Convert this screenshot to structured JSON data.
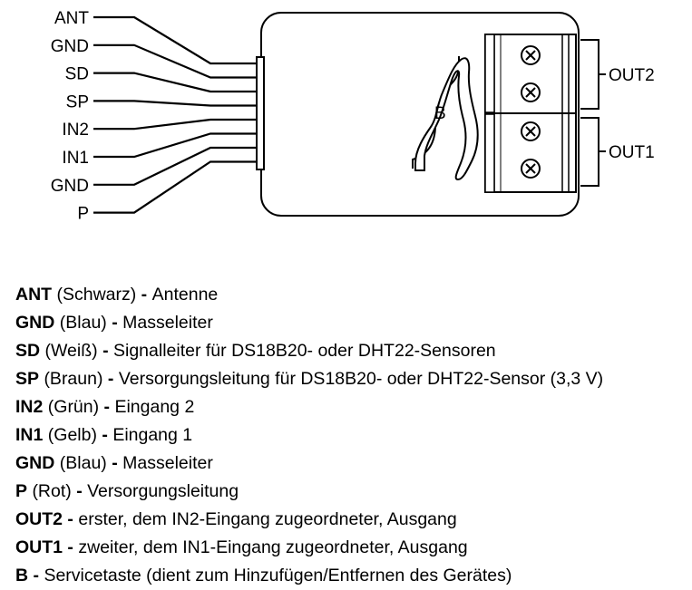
{
  "diagram": {
    "wires": [
      "ANT",
      "GND",
      "SD",
      "SP",
      "IN2",
      "IN1",
      "GND",
      "P"
    ],
    "button_label": "B",
    "outputs": [
      "OUT2",
      "OUT1"
    ]
  },
  "legend": [
    {
      "code": "ANT",
      "color": "(Schwarz)",
      "sep": " - ",
      "desc": "Antenne"
    },
    {
      "code": "GND",
      "color": "(Blau)",
      "sep": " - ",
      "desc": "Masseleiter"
    },
    {
      "code": "SD",
      "color": "(Weiß)",
      "sep": " - ",
      "desc": "Signalleiter für DS18B20- oder DHT22-Sensoren"
    },
    {
      "code": "SP",
      "color": "(Braun)",
      "sep": " - ",
      "desc": "Versorgungsleitung für DS18B20- oder DHT22-Sensor (3,3 V)"
    },
    {
      "code": "IN2",
      "color": "(Grün)",
      "sep": " - ",
      "desc": "Eingang 2"
    },
    {
      "code": "IN1",
      "color": "(Gelb)",
      "sep": " - ",
      "desc": "Eingang 1"
    },
    {
      "code": "GND",
      "color": "(Blau)",
      "sep": " - ",
      "desc": "Masseleiter"
    },
    {
      "code": "P",
      "color": "(Rot)",
      "sep": " - ",
      "desc": "Versorgungsleitung"
    },
    {
      "code": "OUT2",
      "color": "",
      "sep": " - ",
      "desc": "erster, dem IN2-Eingang zugeordneter, Ausgang"
    },
    {
      "code": "OUT1",
      "color": "",
      "sep": " - ",
      "desc": "zweiter, dem IN1-Eingang zugeordneter, Ausgang"
    },
    {
      "code": "B",
      "color": "",
      "sep": " - ",
      "desc": "Servicetaste (dient zum Hinzufügen/Entfernen des Gerätes)"
    }
  ]
}
